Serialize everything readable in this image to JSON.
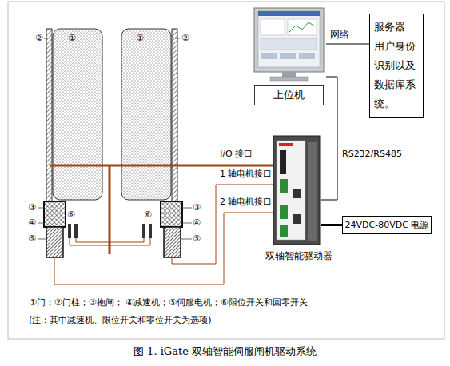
{
  "diagram": {
    "caption": "图 1. iGate 双轴智能伺服闸机驱动系统",
    "nodes": [
      {
        "text": [
          "上位机"
        ]
      },
      {
        "text": [
          "服务器 用户身份 识别以及 数据库系 统。"
        ]
      },
      {
        "text": [
          "24VDC-80VDC 电源"
        ]
      },
      {
        "text": [
          "双轴智能驱动器"
        ]
      }
    ],
    "edges": [
      {
        "from": 0,
        "to": 1,
        "label": "网络",
        "arrow": "none"
      },
      {
        "from": 0,
        "to": 3,
        "label": "RS232/RS485",
        "arrow": "none"
      },
      {
        "from": 3,
        "to": 2,
        "arrow": "none"
      }
    ],
    "labels": [
      "②",
      "①",
      "①",
      "②",
      "③",
      "④",
      "⑤",
      "⑥",
      "⑥",
      "③",
      "④",
      "⑤",
      "I/O 接口",
      "1 轴电机接口",
      "2 轴电机接口",
      "①门；②门柱；③抱闸； ④减速机；⑤伺服电机；⑥限位开关和回零开关",
      "(注：其中减速机、限位开关和零位开关为选项)"
    ]
  }
}
